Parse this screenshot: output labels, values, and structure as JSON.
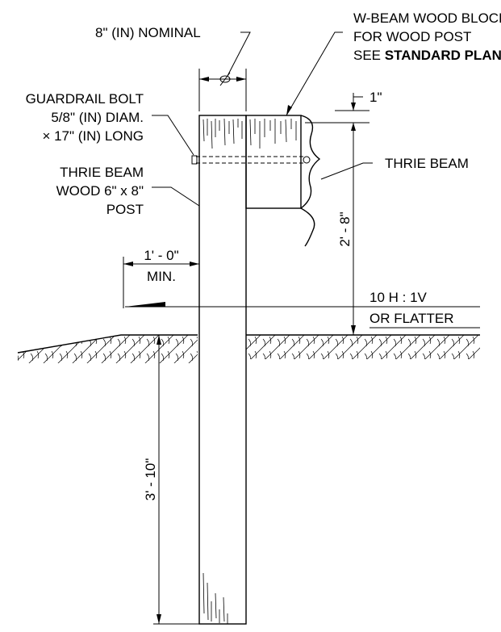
{
  "labels": {
    "nominal": "8\" (IN) NOMINAL",
    "wbeam_line1": "W-BEAM WOOD BLOCKOUT",
    "wbeam_line2": "FOR WOOD POST",
    "wbeam_line3_prefix": "SEE ",
    "wbeam_line3_bold": "STANDARD PLAN",
    "bolt_line1": "GUARDRAIL BOLT",
    "bolt_line2": "5/8\" (IN) DIAM.",
    "bolt_line3": "× 17\" (IN) LONG",
    "post_line1": "THRIE BEAM",
    "post_line2": "WOOD 6\" x 8\"",
    "post_line3": "POST",
    "thrie_beam": "THRIE BEAM",
    "one_inch": "1\"",
    "height": "2' - 8\"",
    "offset_value": "1' - 0\"",
    "offset_min": "MIN.",
    "slope_line1": "10 H : 1V",
    "slope_line2": "OR FLATTER",
    "embedment": "3' - 10\""
  }
}
